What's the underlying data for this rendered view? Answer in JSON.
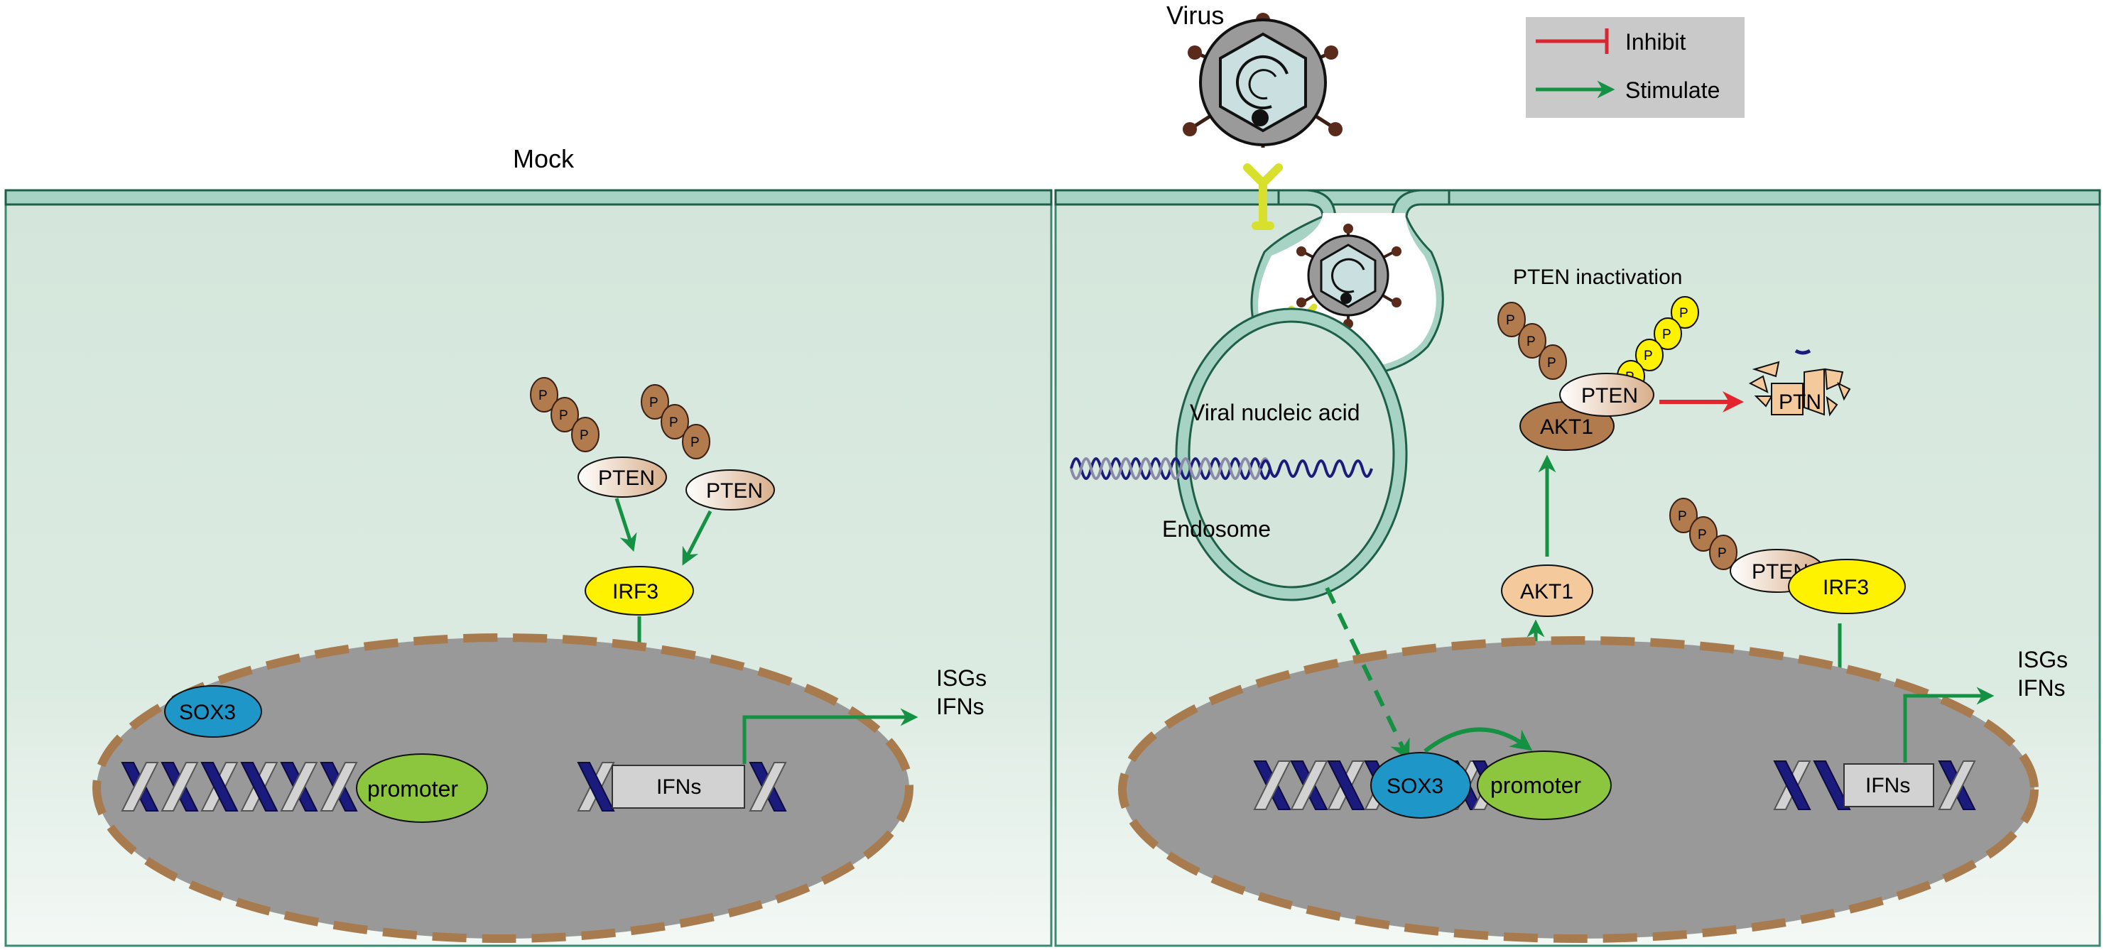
{
  "panels": {
    "mock": {
      "title": "Mock"
    },
    "infected": {
      "title": "Virus"
    }
  },
  "legend": {
    "inhibit": {
      "label": "Inhibit",
      "color": "#d7262f"
    },
    "stimulate": {
      "label": "Stimulate",
      "color": "#159143"
    }
  },
  "labels": {
    "pten": "PTEN",
    "irf3": "IRF3",
    "sox3": "SOX3",
    "promoter": "promoter",
    "ifns_box": "IFNs",
    "akt1": "AKT1",
    "phospho": "P",
    "isgs": "ISGs",
    "ifns": "IFNs",
    "viral_nucleic_acid": "Viral nucleic acid",
    "endosome": "Endosome",
    "pten_inactivation": "PTEN inactivation",
    "ptn_fragment": "PTN"
  },
  "colors": {
    "cell_fill_top": "#d4e6db",
    "cell_fill_bottom": "#f3f8f5",
    "membrane": "#6cae9b",
    "nucleus_fill": "#999999",
    "nucleus_border": "#a87b4f",
    "irf3": "#fff200",
    "sox3": "#1f96c8",
    "promoter": "#8cc63f",
    "akt1_bound": "#b27b4d",
    "akt1_free": "#f4c99c",
    "phospho_brown": "#b27b4d",
    "phospho_yellow": "#fff200",
    "dna_dark": "#1b1b7e",
    "dna_light": "#c9c9c9"
  }
}
